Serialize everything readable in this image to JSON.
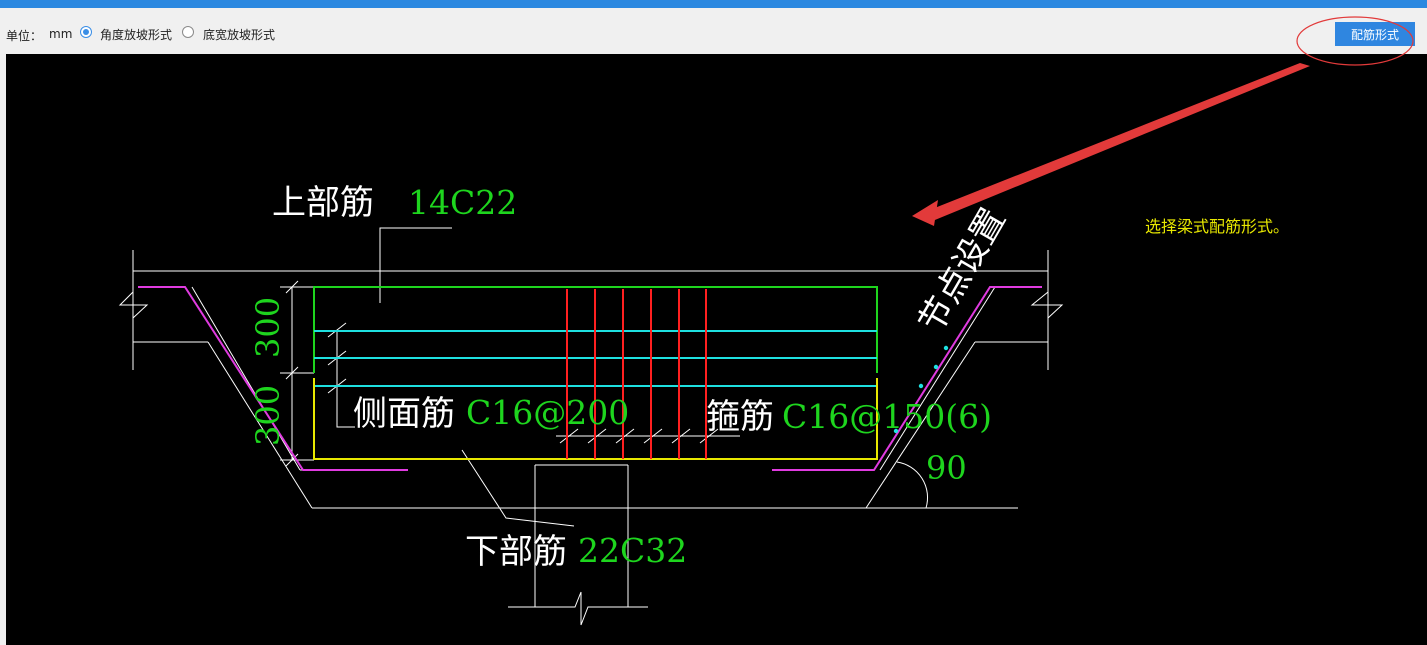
{
  "toolbar": {
    "unit_label": "单位：",
    "unit_value": "mm",
    "radio_angle_label": "角度放坡形式",
    "radio_width_label": "底宽放坡形式",
    "selected": "angle",
    "config_button_label": "配筋形式"
  },
  "drawing": {
    "top_bar_label": "上部筋",
    "top_bar_value": "14C22",
    "side_bar_label": "侧面筋",
    "side_bar_value": "C16@200",
    "stirrup_label": "箍筋",
    "stirrup_value": "C16@150(6)",
    "bottom_bar_label": "下部筋",
    "bottom_bar_value": "22C32",
    "dim_upper": "300",
    "dim_lower": "300",
    "angle_value": "90",
    "node_settings_label": "节点设置",
    "hint_text": "选择梁式配筋形式。"
  },
  "colors": {
    "accent": "#2f86e0",
    "canvas_bg": "#000000",
    "value_green": "#1ed51e",
    "hint_yellow": "#e8e800",
    "annotation_red": "#e23a3a"
  }
}
